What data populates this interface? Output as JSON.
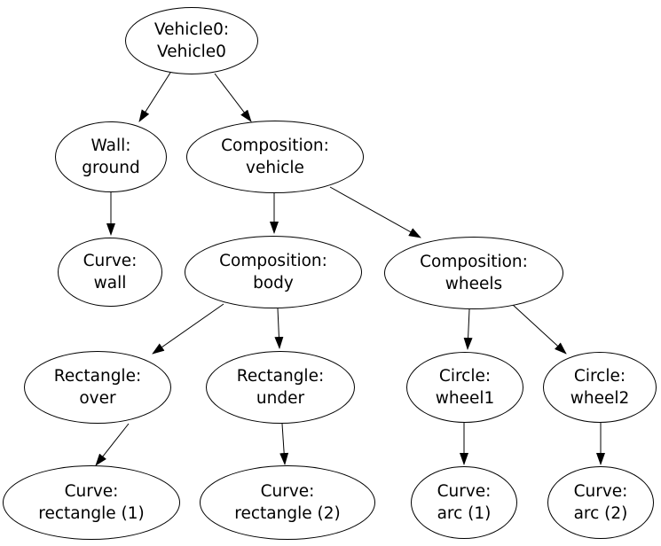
{
  "diagram": {
    "type": "directed-graph",
    "background_color": "#ffffff",
    "node_fill_color": "#ffffff",
    "node_border_color": "#000000",
    "edge_color": "#000000",
    "text_color": "#000000",
    "nodes": [
      {
        "id": "vehicle0",
        "label": "Vehicle0:\nVehicle0"
      },
      {
        "id": "wall-ground",
        "label": "Wall:\nground"
      },
      {
        "id": "composition-vehicle",
        "label": "Composition:\nvehicle"
      },
      {
        "id": "curve-wall",
        "label": "Curve:\nwall"
      },
      {
        "id": "composition-body",
        "label": "Composition:\nbody"
      },
      {
        "id": "composition-wheels",
        "label": "Composition:\nwheels"
      },
      {
        "id": "rectangle-over",
        "label": "Rectangle:\nover"
      },
      {
        "id": "rectangle-under",
        "label": "Rectangle:\nunder"
      },
      {
        "id": "circle-wheel1",
        "label": "Circle:\nwheel1"
      },
      {
        "id": "circle-wheel2",
        "label": "Circle:\nwheel2"
      },
      {
        "id": "curve-rectangle-1",
        "label": "Curve:\nrectangle (1)"
      },
      {
        "id": "curve-rectangle-2",
        "label": "Curve:\nrectangle (2)"
      },
      {
        "id": "curve-arc-1",
        "label": "Curve:\narc (1)"
      },
      {
        "id": "curve-arc-2",
        "label": "Curve:\narc (2)"
      }
    ],
    "edges": [
      {
        "from": "vehicle0",
        "to": "wall-ground"
      },
      {
        "from": "vehicle0",
        "to": "composition-vehicle"
      },
      {
        "from": "wall-ground",
        "to": "curve-wall"
      },
      {
        "from": "composition-vehicle",
        "to": "composition-body"
      },
      {
        "from": "composition-vehicle",
        "to": "composition-wheels"
      },
      {
        "from": "composition-body",
        "to": "rectangle-over"
      },
      {
        "from": "composition-body",
        "to": "rectangle-under"
      },
      {
        "from": "composition-wheels",
        "to": "circle-wheel1"
      },
      {
        "from": "composition-wheels",
        "to": "circle-wheel2"
      },
      {
        "from": "rectangle-over",
        "to": "curve-rectangle-1"
      },
      {
        "from": "rectangle-under",
        "to": "curve-rectangle-2"
      },
      {
        "from": "circle-wheel1",
        "to": "curve-arc-1"
      },
      {
        "from": "circle-wheel2",
        "to": "curve-arc-2"
      }
    ]
  }
}
